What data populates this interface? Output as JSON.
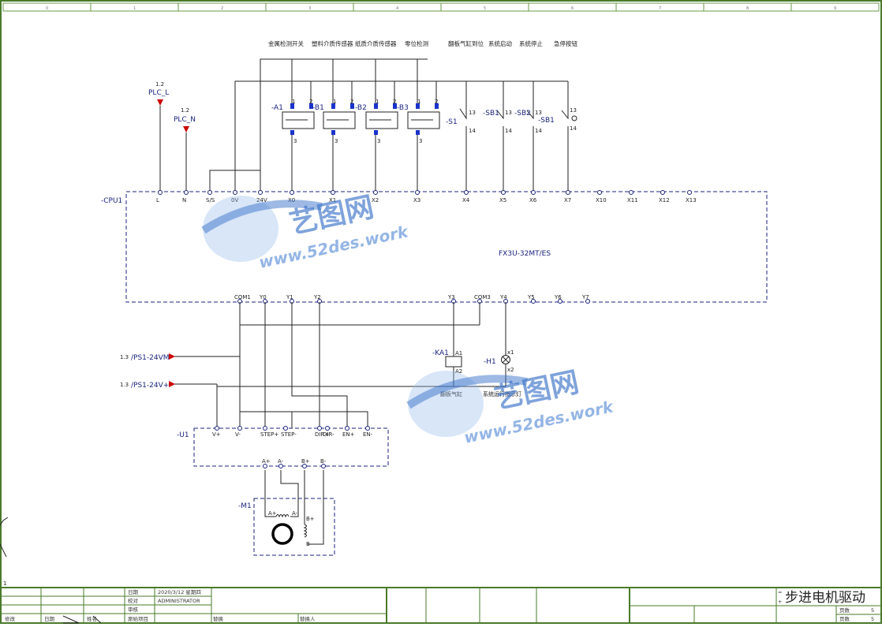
{
  "top_labels": [
    "金属检测开关",
    "塑料介质传感器",
    "纸质介质传感器",
    "零位检测",
    "翻板气缸到位",
    "系统启动",
    "系统停止",
    "急停按钮"
  ],
  "plc_feeds": {
    "l_ref": "1.2",
    "l_label": "PLC_L",
    "n_ref": "1.2",
    "n_label": "PLC_N"
  },
  "sensors": [
    "-A1",
    "-B1",
    "-B2",
    "-B3"
  ],
  "sensor_terminals": {
    "t1": "1",
    "t2": "2",
    "t3": "3"
  },
  "switches": {
    "s1": "-S1",
    "sb1": "-SB1",
    "sb2": "-SB2",
    "sb11": "-SB1",
    "t13": "13",
    "t14": "14"
  },
  "cpu": {
    "designation": "-CPU1",
    "model": "FX3U-32MT/ES",
    "inputs": [
      "L",
      "N",
      "S/S",
      "0V",
      "24V",
      "X0",
      "X1",
      "X2",
      "X3",
      "X4",
      "X5",
      "X6",
      "X7",
      "X10",
      "X11",
      "X12",
      "X13"
    ],
    "outputs": [
      "COM1",
      "Y0",
      "Y1",
      "Y2",
      "Y3",
      "COM3",
      "Y4",
      "Y5",
      "Y6",
      "Y7"
    ]
  },
  "power": [
    {
      "ref": "1.3",
      "label": "/PS1-24VM"
    },
    {
      "ref": "1.3",
      "label": "/PS1-24V+"
    }
  ],
  "relay": {
    "designation": "-KA1",
    "a1": "A1",
    "a2": "A2",
    "desc": "翻板气缸"
  },
  "lamp": {
    "designation": "-H1",
    "x1": "x1",
    "x2": "x2",
    "desc": "系统运行指示灯"
  },
  "driver": {
    "designation": "-U1",
    "terminals": [
      "V+",
      "V-",
      "STEP+",
      "STEP-",
      "DIR+",
      "DIR-",
      "EN+",
      "EN-"
    ],
    "out": [
      "A+",
      "A-",
      "B+",
      "B-"
    ]
  },
  "motor": {
    "designation": "-M1",
    "a_plus": "A+",
    "a_minus": "A-",
    "b_plus": "B+",
    "b_minus": "B-"
  },
  "grid_cols": [
    "0",
    "1",
    "2",
    "3",
    "4",
    "5",
    "6",
    "7",
    "8",
    "9"
  ],
  "left_mark": "1",
  "title_block": {
    "date_label": "日期",
    "date_value": "2020/3/12 星期四",
    "check_label": "校对",
    "check_value": "ADMINISTRATOR",
    "approve_label": "审核",
    "origin_label": "原始项目",
    "replace_label": "替换",
    "replaced_label": "替换人",
    "mod_label": "修改",
    "date2_label": "日期",
    "name_label": "姓名",
    "title": "步进电机驱动",
    "page_label": "页数",
    "page_value": "5",
    "total_label": "页数",
    "total_value": "5",
    "eq": "=",
    "plus": "+"
  },
  "watermark": {
    "brand": "艺图网",
    "url": "www.52des.work"
  }
}
